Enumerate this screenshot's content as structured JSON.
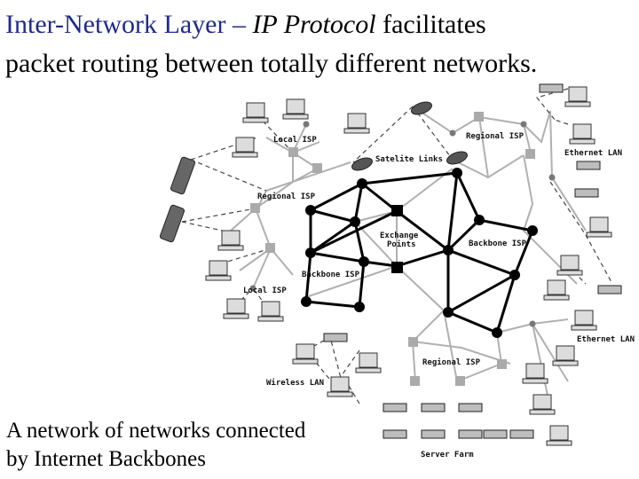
{
  "slide": {
    "title_part1": "Inter-Network Layer",
    "title_dash": " – ",
    "title_italic": "IP Protocol",
    "title_part2": " facilitates",
    "title_line2": "packet routing between totally different networks.",
    "caption_line1": "A network of networks connected",
    "caption_line2": "by Internet Backbones"
  },
  "diagram": {
    "labels": {
      "local_isp_top": "Local ISP",
      "regional_isp_top": "Regional ISP",
      "satellite_links": "Satelite Links",
      "ethernet_lan_top": "Ethernet LAN",
      "regional_isp_left": "Regional ISP",
      "exchange_points_1": "Exchange",
      "exchange_points_2": "Points",
      "backbone_isp_right": "Backbone ISP",
      "backbone_isp_left": "Backbone ISP",
      "local_isp_bottom": "Local ISP",
      "ethernet_lan_right": "Ethernet LAN",
      "regional_isp_bottom": "Regional ISP",
      "wireless_lan": "Wireless LAN",
      "server_farm": "Server Farm"
    },
    "colors": {
      "backbone": "#000000",
      "link": "#b0b0b0",
      "dashed": "#444444",
      "title_blue": "#1f2a8c"
    },
    "icons": [
      "computer-icon",
      "satellite-dish-icon",
      "cell-phone-icon",
      "server-icon",
      "router-icon",
      "exchange-point-icon"
    ]
  }
}
